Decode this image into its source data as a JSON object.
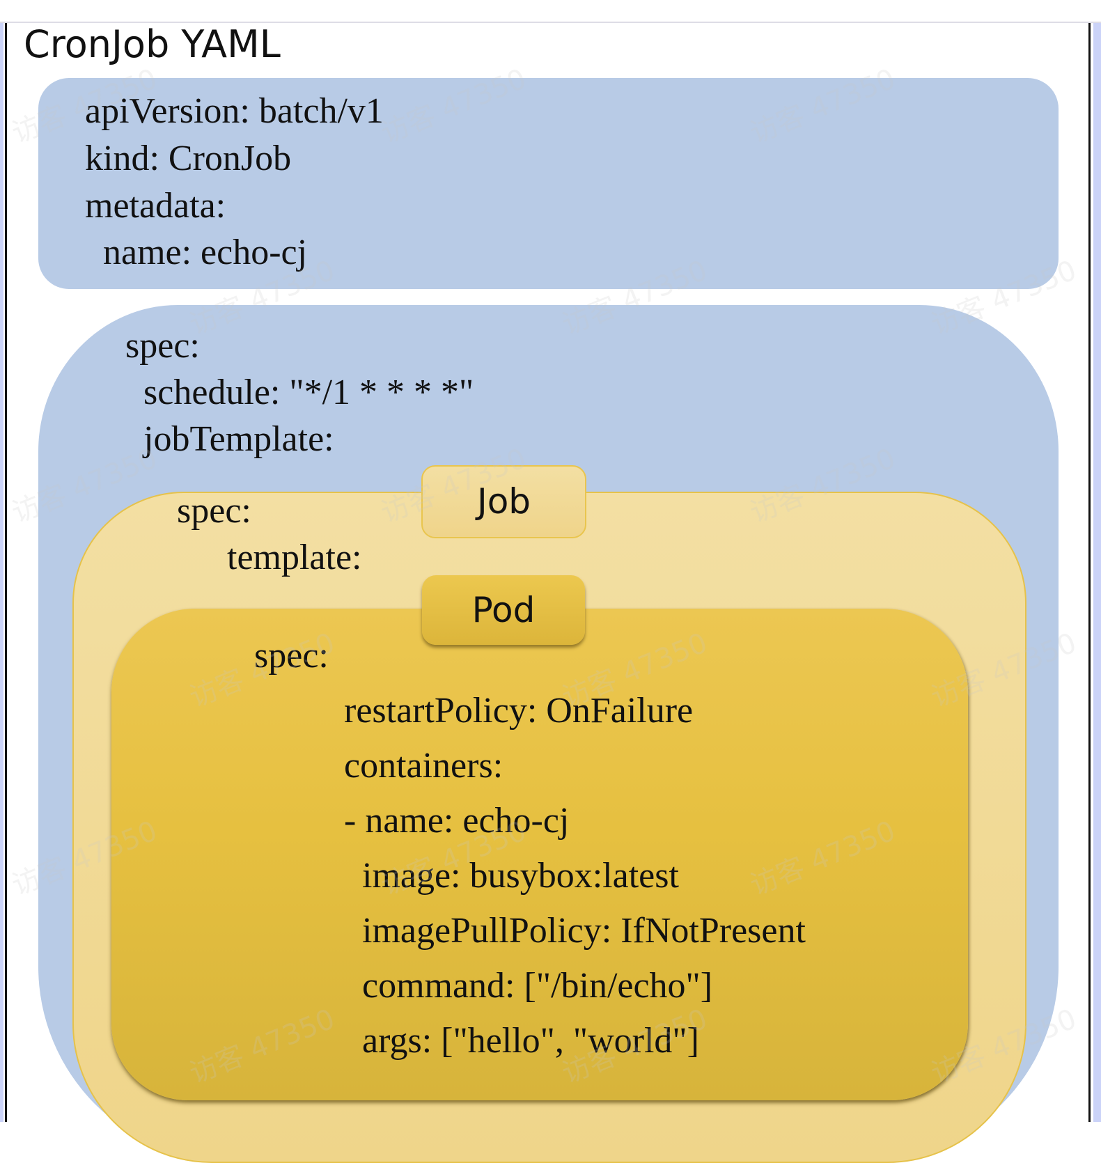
{
  "title": "CronJob YAML",
  "colors": {
    "outer_box": "#b8cbe6",
    "job_box": "#f1d897",
    "pod_box": "#e6c040",
    "frame_line": "#111111",
    "frame_edge": "#cbd3f8"
  },
  "metadata_block": {
    "lines": [
      "apiVersion: batch/v1",
      "kind: CronJob",
      "metadata:",
      "  name: echo-cj"
    ]
  },
  "cronjob_spec_block": {
    "lines": [
      "spec:",
      "  schedule: \"*/1 * * * *\"",
      "  jobTemplate:"
    ]
  },
  "job_block": {
    "label": "Job",
    "lines": [
      "spec:",
      "template:"
    ]
  },
  "pod_block": {
    "label": "Pod",
    "spec_line": "spec:",
    "lines": [
      "restartPolicy: OnFailure",
      "containers:",
      "- name: echo-cj",
      "  image: busybox:latest",
      "  imagePullPolicy: IfNotPresent",
      "  command: [\"/bin/echo\"]",
      "  args: [\"hello\", \"world\"]"
    ]
  },
  "watermark": "访客 47350"
}
